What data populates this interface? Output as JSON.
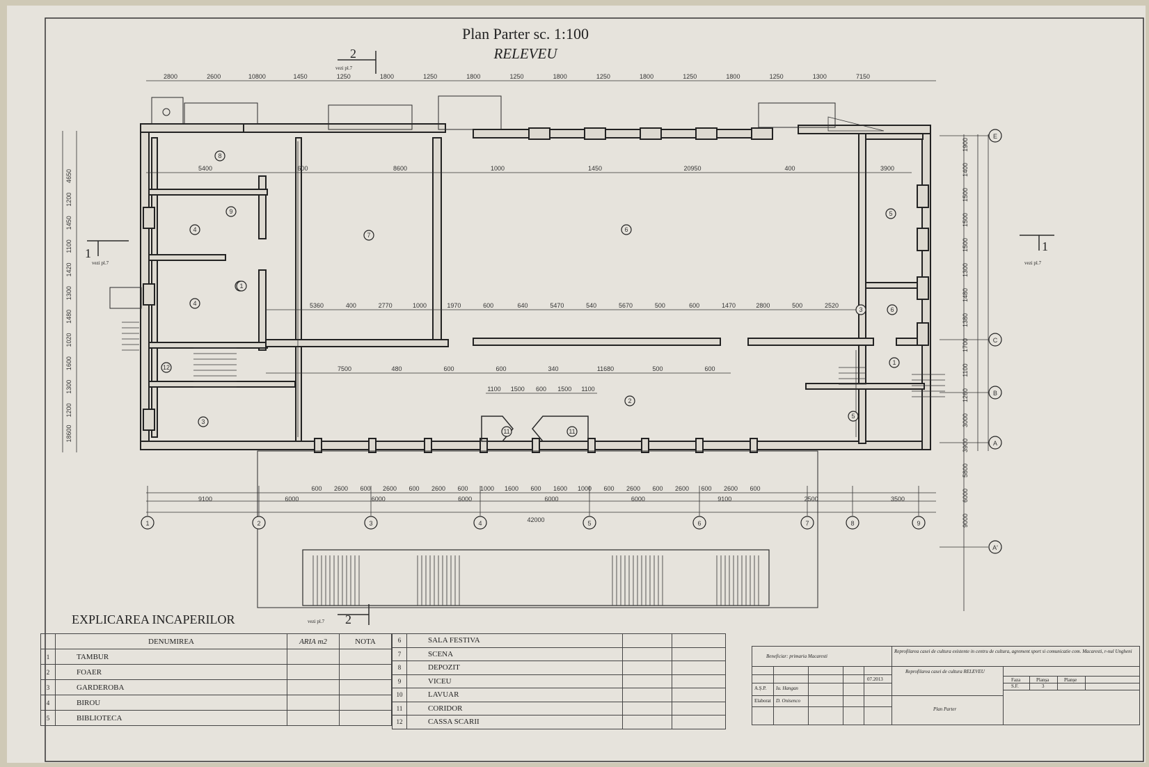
{
  "title": {
    "line1": "Plan Parter sc. 1:100",
    "line2": "RELEVEU"
  },
  "section_marks": {
    "ref": "vezi pl.7",
    "s1": "1",
    "s2": "2"
  },
  "axes": {
    "columns": [
      "1",
      "2",
      "3",
      "4",
      "5",
      "6",
      "7",
      "8",
      "9"
    ],
    "rows": [
      "E",
      "C",
      "B",
      "A",
      "A'"
    ]
  },
  "dimensions": {
    "top": [
      "2800",
      "2600",
      "10800",
      "1450",
      "1250",
      "1800",
      "1250",
      "1800",
      "1250",
      "1800",
      "1250",
      "1800",
      "1250",
      "1800",
      "1250",
      "1300",
      "7150"
    ],
    "mid_upper": [
      "5400",
      "600",
      "8600",
      "1000",
      "1450",
      "20950",
      "400",
      "3900"
    ],
    "mid_lower": [
      "5360",
      "400",
      "2770",
      "1000",
      "1970",
      "600",
      "640",
      "5470",
      "540",
      "5670",
      "500",
      "600",
      "1470",
      "2800",
      "500",
      "2520"
    ],
    "lower": [
      "7500",
      "480",
      "600",
      "600",
      "340",
      "11680",
      "500",
      "600"
    ],
    "doors": [
      "1100",
      "1500",
      "600",
      "1500",
      "1100"
    ],
    "bottom_a": [
      "600",
      "2600",
      "600",
      "2600",
      "600",
      "2600",
      "600",
      "1000",
      "1600",
      "600",
      "1600",
      "1000",
      "600",
      "2600",
      "600",
      "2600",
      "600",
      "2600",
      "600"
    ],
    "bottom_b": [
      "9100",
      "6000",
      "6000",
      "6000",
      "6000",
      "6000",
      "9100",
      "2500",
      "3500"
    ],
    "overall": "42000",
    "left": [
      "4650",
      "1200",
      "1450",
      "1100",
      "1420",
      "1300",
      "1480",
      "1020",
      "1600",
      "1300",
      "1200",
      "18600"
    ],
    "right": [
      "1900",
      "1400",
      "1500",
      "1500",
      "1500",
      "1300",
      "1480",
      "1380",
      "1700",
      "1100",
      "1260",
      "3000",
      "3900",
      "5800",
      "6000",
      "9000"
    ]
  },
  "rooms_plan": [
    "1",
    "2",
    "3",
    "4",
    "4",
    "5",
    "5",
    "6",
    "7",
    "8",
    "9",
    "11",
    "11",
    "12",
    "1",
    "3",
    "6",
    "1"
  ],
  "legend": {
    "title": "EXPLICAREA INCAPERILOR",
    "headers": {
      "name": "DENUMIREA",
      "area": "ARIA m2",
      "note": "NOTA"
    },
    "left_rows": [
      {
        "num": "1",
        "name": "TAMBUR"
      },
      {
        "num": "2",
        "name": "FOAER"
      },
      {
        "num": "3",
        "name": "GARDEROBA"
      },
      {
        "num": "4",
        "name": "BIROU"
      },
      {
        "num": "5",
        "name": "BIBLIOTECA"
      }
    ],
    "right_rows": [
      {
        "num": "6",
        "name": "SALA FESTIVA"
      },
      {
        "num": "7",
        "name": "SCENA"
      },
      {
        "num": "8",
        "name": "DEPOZIT"
      },
      {
        "num": "9",
        "name": "VICEU"
      },
      {
        "num": "10",
        "name": "LAVUAR"
      },
      {
        "num": "11",
        "name": "CORIDOR"
      },
      {
        "num": "12",
        "name": "CASSA SCARII"
      }
    ]
  },
  "title_block": {
    "beneficiar": "Beneficiar: primaria Macaresti",
    "project_desc": "Reprofilarea casei de cultura existente in centru de cultura, agrement sport si comunicatie com. Macaresti, r-nul Ungheni",
    "sheet_desc": "Reprofilarea casei de cultura RELEVEU",
    "asp_label": "A.Ș.P.",
    "asp_name": "Iu. Hangan",
    "elab_label": "Elaborat",
    "elab_name": "D. Onisenco",
    "date": "07.2013",
    "sheet_title": "Plan Parter",
    "faza_label": "Faza",
    "faza": "S.F.",
    "plansa_label": "Planșa",
    "plansa": "3",
    "planse_label": "Planșe"
  }
}
